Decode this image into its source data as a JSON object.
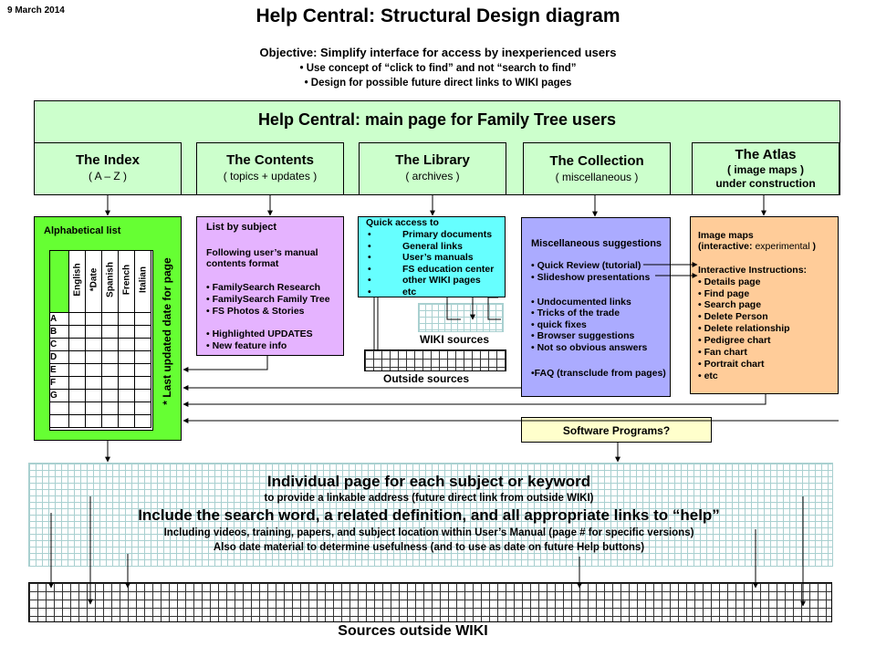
{
  "date": "9 March 2014",
  "title": "Help Central: Structural Design diagram",
  "objective": {
    "heading": "Objective:  Simplify interface for access by inexperienced users",
    "bullets": [
      "• Use concept of “click to find” and not “search to find”",
      "• Design for possible future direct links to WIKI pages"
    ]
  },
  "main_page": {
    "title": "Help Central: main page for Family Tree users"
  },
  "sections": [
    {
      "title": "The Index",
      "subtitle": "( A – Z )"
    },
    {
      "title": "The Contents",
      "subtitle": "( topics + updates )"
    },
    {
      "title": "The Library",
      "subtitle": "( archives )"
    },
    {
      "title": "The Collection",
      "subtitle": "( miscellaneous )"
    },
    {
      "title": "The Atlas",
      "subtitle": "( image maps )",
      "note": "under construction"
    }
  ],
  "index_box": {
    "title": "Alphabetical list",
    "columns": [
      "English",
      "*Date",
      "Spanish",
      "French",
      "Italian"
    ],
    "rows": [
      "A",
      "B",
      "C",
      "D",
      "E",
      "F",
      "G"
    ],
    "side_label": "* Last updated date for page"
  },
  "contents_box": {
    "title": "List by subject",
    "lines": [
      "Following user’s manual",
      "contents format"
    ],
    "items": [
      "• FamilySearch Research",
      "• FamilySearch Family Tree",
      "• FS Photos & Stories"
    ],
    "items2": [
      "• Highlighted UPDATES",
      "• New feature info"
    ]
  },
  "library_box": {
    "title": "Quick access to",
    "items": [
      "Primary documents",
      "General links",
      "User’s  manuals",
      "FS education center",
      "other WIKI pages",
      "etc"
    ],
    "bullet": "•"
  },
  "wiki_sources": "WIKI sources",
  "outside_sources": "Outside sources",
  "collection_box": {
    "title": "Miscellaneous suggestions",
    "items": [
      "• Quick Review (tutorial)",
      "• Slideshow presentations"
    ],
    "items2": [
      "• Undocumented links",
      "• Tricks of the trade",
      "• quick fixes",
      "• Browser suggestions",
      "• Not so obvious answers"
    ],
    "faq": "•FAQ (transclude from pages)"
  },
  "atlas_box": {
    "title": "Image maps",
    "subtitle_a": "(interactive: ",
    "subtitle_b": "experimental",
    "subtitle_c": " )",
    "heading": "Interactive Instructions:",
    "items": [
      "• Details page",
      "• Find page",
      "• Search page",
      "• Delete Person",
      "• Delete relationship",
      "• Pedigree chart",
      "• Fan chart",
      "• Portrait chart",
      "• etc"
    ]
  },
  "software": "Software Programs?",
  "individual": {
    "line1": "Individual page for each subject or keyword",
    "line2": "to provide a linkable address (future direct link from outside WIKI)",
    "line3": "Include the search word, a related definition, and all appropriate links to “help”",
    "line4": "Including videos, training, papers, and subject location within User’s Manual (page # for specific versions)",
    "line5": "Also date material to determine usefulness (and to use as date on future Help buttons)"
  },
  "sources_outside": "Sources outside WIKI",
  "colors": {
    "green_light": "#ccffcc",
    "green_bright": "#66ff33",
    "violet": "#e5b3ff",
    "cyan": "#66ffff",
    "periwinkle": "#ababff",
    "orange": "#ffcc99",
    "yellow": "#ffffcc"
  }
}
